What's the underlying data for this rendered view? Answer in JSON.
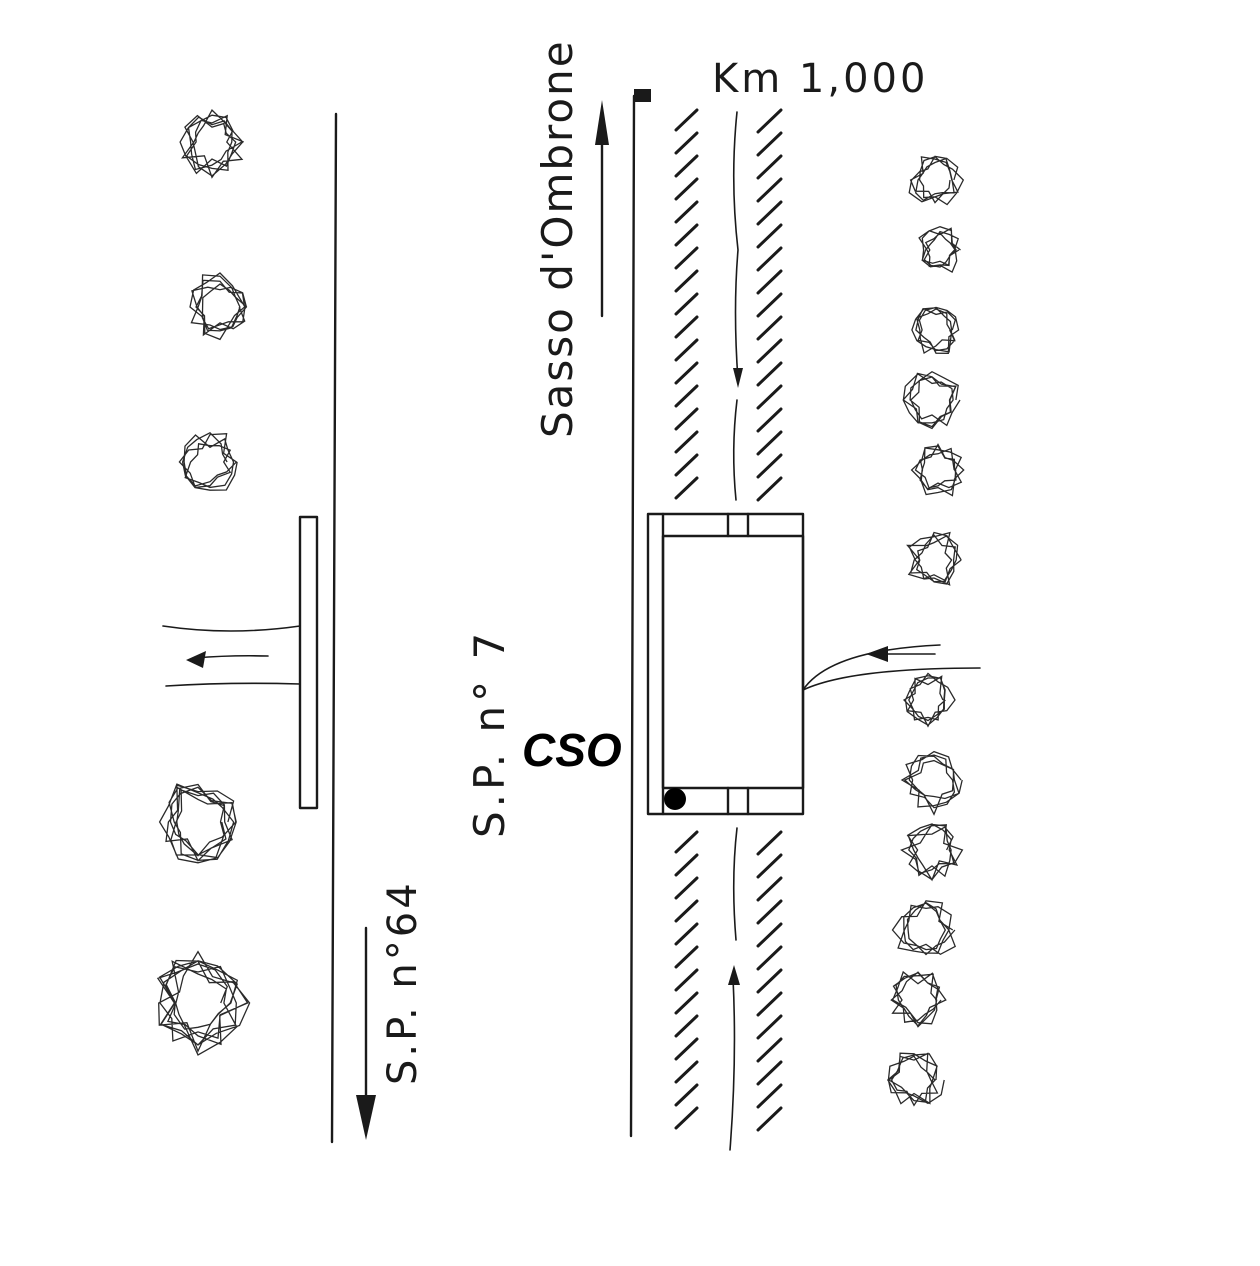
{
  "labels": {
    "direction_north": "Sasso d'Ombrone",
    "km": "Km 1,000",
    "road_main": "S.P. n° 7",
    "road_side": "S.P. n°64",
    "marker": "CSO"
  },
  "colors": {
    "ink": "#1a1a1a",
    "background": "#ffffff",
    "marker": "#000000"
  },
  "icons": {
    "tree": "scribble-tree-icon",
    "flow": "flow-arrow-icon",
    "road_arrow": "road-direction-arrow-icon",
    "point": "survey-point-icon"
  }
}
